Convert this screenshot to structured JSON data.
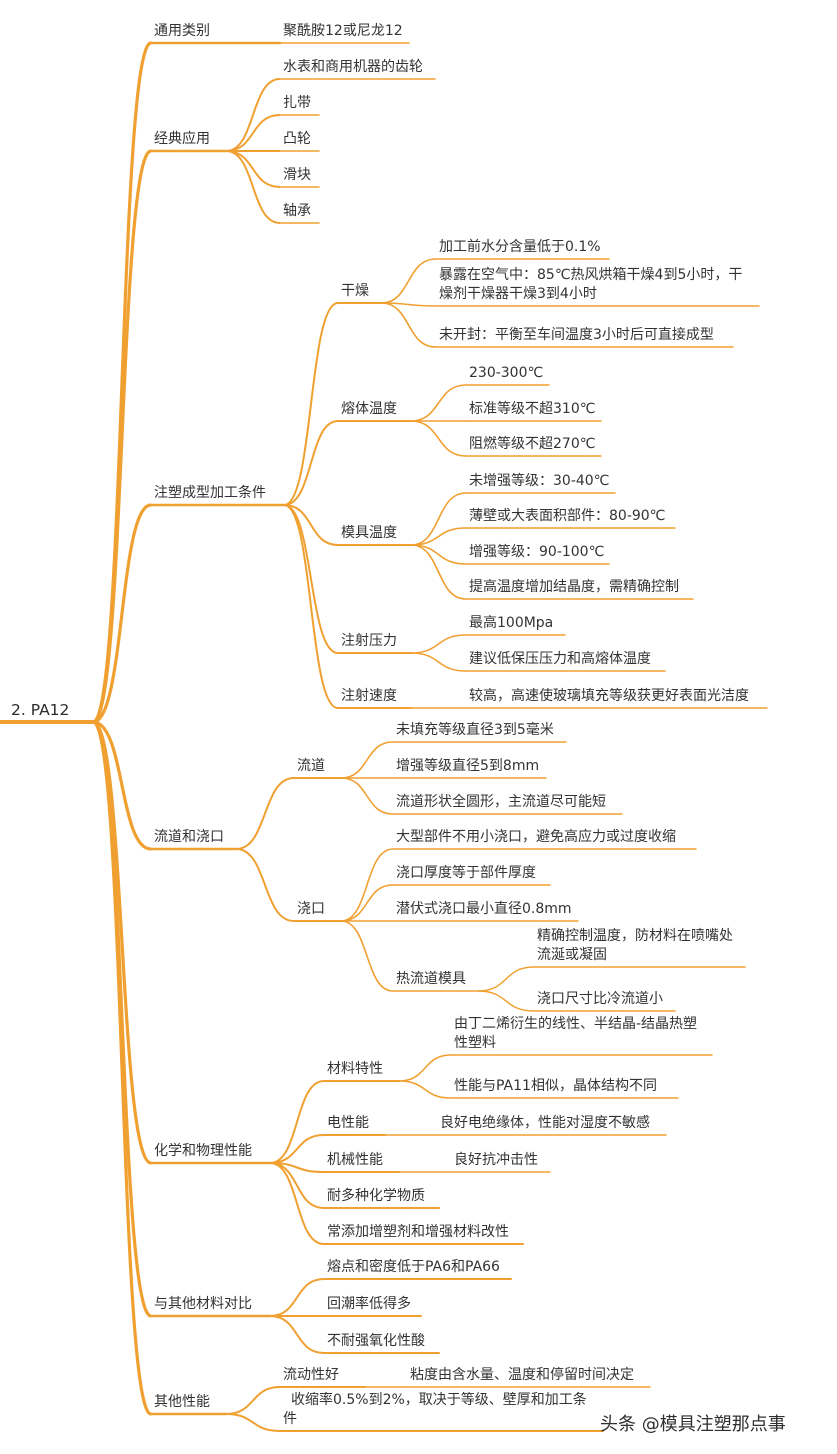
{
  "colors": {
    "branch": "#F0A030"
  },
  "mindmap": {
    "root": "2. PA12",
    "branches": [
      {
        "label": "通用类别",
        "children": [
          {
            "label": "聚酰胺12或尼龙12"
          }
        ]
      },
      {
        "label": "经典应用",
        "children": [
          {
            "label": "水表和商用机器的齿轮"
          },
          {
            "label": "扎带"
          },
          {
            "label": "凸轮"
          },
          {
            "label": "滑块"
          },
          {
            "label": "轴承"
          }
        ]
      },
      {
        "label": "注塑成型加工条件",
        "children": [
          {
            "label": "干燥",
            "children": [
              {
                "label": "加工前水分含量低于0.1%"
              },
              {
                "label": "暴露在空气中：85℃热风烘箱干燥4到5小时，干燥剂干燥器干燥3到4小时"
              },
              {
                "label": "未开封：平衡至车间温度3小时后可直接成型"
              }
            ]
          },
          {
            "label": "熔体温度",
            "children": [
              {
                "label": "230-300℃"
              },
              {
                "label": "标准等级不超310℃"
              },
              {
                "label": "阻燃等级不超270℃"
              }
            ]
          },
          {
            "label": "模具温度",
            "children": [
              {
                "label": "未增强等级：30-40℃"
              },
              {
                "label": "薄壁或大表面积部件：80-90℃"
              },
              {
                "label": "增强等级：90-100℃"
              },
              {
                "label": "提高温度增加结晶度，需精确控制"
              }
            ]
          },
          {
            "label": "注射压力",
            "children": [
              {
                "label": "最高100Mpa"
              },
              {
                "label": "建议低保压压力和高熔体温度"
              }
            ]
          },
          {
            "label": "注射速度",
            "children": [
              {
                "label": "较高，高速使玻璃填充等级获更好表面光洁度"
              }
            ]
          }
        ]
      },
      {
        "label": "流道和浇口",
        "children": [
          {
            "label": "流道",
            "children": [
              {
                "label": "未填充等级直径3到5毫米"
              },
              {
                "label": "增强等级直径5到8mm"
              },
              {
                "label": "流道形状全圆形，主流道尽可能短"
              }
            ]
          },
          {
            "label": "浇口",
            "children": [
              {
                "label": "大型部件不用小浇口，避免高应力或过度收缩"
              },
              {
                "label": "浇口厚度等于部件厚度"
              },
              {
                "label": "潜伏式浇口最小直径0.8mm"
              },
              {
                "label": "热流道模具",
                "children": [
                  {
                    "label": "精确控制温度，防材料在喷嘴处流涎或凝固"
                  },
                  {
                    "label": "浇口尺寸比冷流道小"
                  }
                ]
              }
            ]
          }
        ]
      },
      {
        "label": "化学和物理性能",
        "children": [
          {
            "label": "材料特性",
            "children": [
              {
                "label": "由丁二烯衍生的线性、半结晶-结晶热塑性塑料"
              },
              {
                "label": "性能与PA11相似，晶体结构不同"
              }
            ]
          },
          {
            "label": "电性能",
            "children": [
              {
                "label": "良好电绝缘体，性能对湿度不敏感"
              }
            ]
          },
          {
            "label": "机械性能",
            "children": [
              {
                "label": "良好抗冲击性"
              }
            ]
          },
          {
            "label": "耐多种化学物质"
          },
          {
            "label": "常添加增塑剂和增强材料改性"
          }
        ]
      },
      {
        "label": "与其他材料对比",
        "children": [
          {
            "label": "熔点和密度低于PA6和PA66"
          },
          {
            "label": "回潮率低得多"
          },
          {
            "label": "不耐强氧化性酸"
          }
        ]
      },
      {
        "label": "其他性能",
        "children": [
          {
            "label": "流动性好",
            "children": [
              {
                "label": "粘度由含水量、温度和停留时间决定"
              }
            ]
          },
          {
            "label": "收缩率0.5%到2%，取决于等级、壁厚和加工条件"
          }
        ]
      }
    ]
  },
  "watermark": "头条 @模具注塑那点事"
}
